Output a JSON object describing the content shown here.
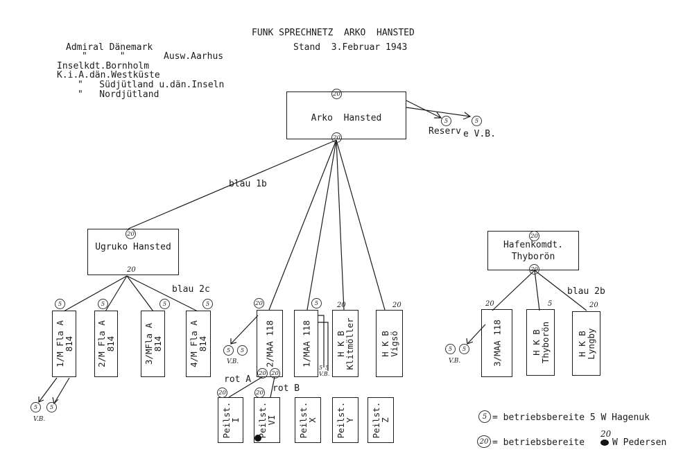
{
  "header": {
    "title": "FUNK SPRECHNETZ  ARKO  HANSTED",
    "date": "Stand  3.Februar 1943"
  },
  "left_list": {
    "line1": "Admiral Dänemark",
    "line2a": "\"      \"",
    "line2b": "Ausw.Aarhus",
    "line3": "Inselkdt.Bornholm",
    "line4": "K.i.A.dän.Westküste",
    "line5": "\"   Südjütland u.dän.Inseln",
    "line6": "\"   Nordjütland"
  },
  "arko": {
    "label": "Arko  Hansted",
    "top_mark": "20",
    "bottom_mark": "20",
    "reserve_label": "Reserv",
    "reserve_suffix": "e V.B.",
    "reserve_marks": [
      "5",
      "5"
    ]
  },
  "links": {
    "blau_1b": "blau 1b",
    "blau_2c": "blau 2c",
    "blau_2b": "blau 2b",
    "rot_a": "rot A",
    "rot_b": "rot B"
  },
  "ugruko": {
    "label": "Ugruko Hansted",
    "top_mark": "20",
    "bottom_mark": "20",
    "children": [
      {
        "label": "1/M Fla A\n814",
        "mark": "5"
      },
      {
        "label": "2/M Fla A\n814",
        "mark": "5"
      },
      {
        "label": "3/MFla A\n814",
        "mark": "5"
      },
      {
        "label": "4/M Fla A\n814",
        "mark": "5"
      }
    ],
    "vb_marks": [
      "5",
      "5"
    ],
    "vb_label": "V.B."
  },
  "center_units": [
    {
      "label": "2/MAA 118",
      "mark": "20"
    },
    {
      "label": "1/MAA 118",
      "mark": "5"
    },
    {
      "label": "H K B\nKlitmöller",
      "mark": "20"
    },
    {
      "label": "H K B\nVigsö",
      "mark": "20"
    }
  ],
  "center_vb": {
    "marks": [
      "5",
      "5"
    ],
    "label": "V.B."
  },
  "maa1_vb": {
    "marks": [
      "5",
      "5"
    ],
    "label": "V.B."
  },
  "rot_marks": [
    "20",
    "20"
  ],
  "peilst": [
    {
      "label": "Peilst.\nI",
      "mark": "20"
    },
    {
      "label": "Peilst.\nVI",
      "mark": "20"
    },
    {
      "label": "Peilst.\nX"
    },
    {
      "label": "Peilst.\nY"
    },
    {
      "label": "Peilst.\nZ"
    }
  ],
  "hafen": {
    "label_line1": "Hafenkomdt.",
    "label_line2": "Thyborön",
    "top_mark": "20",
    "bottom_mark": "20",
    "children": [
      {
        "label": "3/MAA 118",
        "mark": "20"
      },
      {
        "label": "H K B\nThyborön",
        "mark": "5"
      },
      {
        "label": "H K B\nLyngby",
        "mark": "20"
      }
    ],
    "vb_marks": [
      "5",
      "5"
    ],
    "vb_label": "V.B."
  },
  "legend": {
    "item1_mark": "5",
    "item1_text": "= betriebsbereite 5 W Hagenuk",
    "item2_mark": "20",
    "item2_text": "= betriebsbereite",
    "item2_over": "20",
    "item2_suffix": "W Pedersen"
  }
}
